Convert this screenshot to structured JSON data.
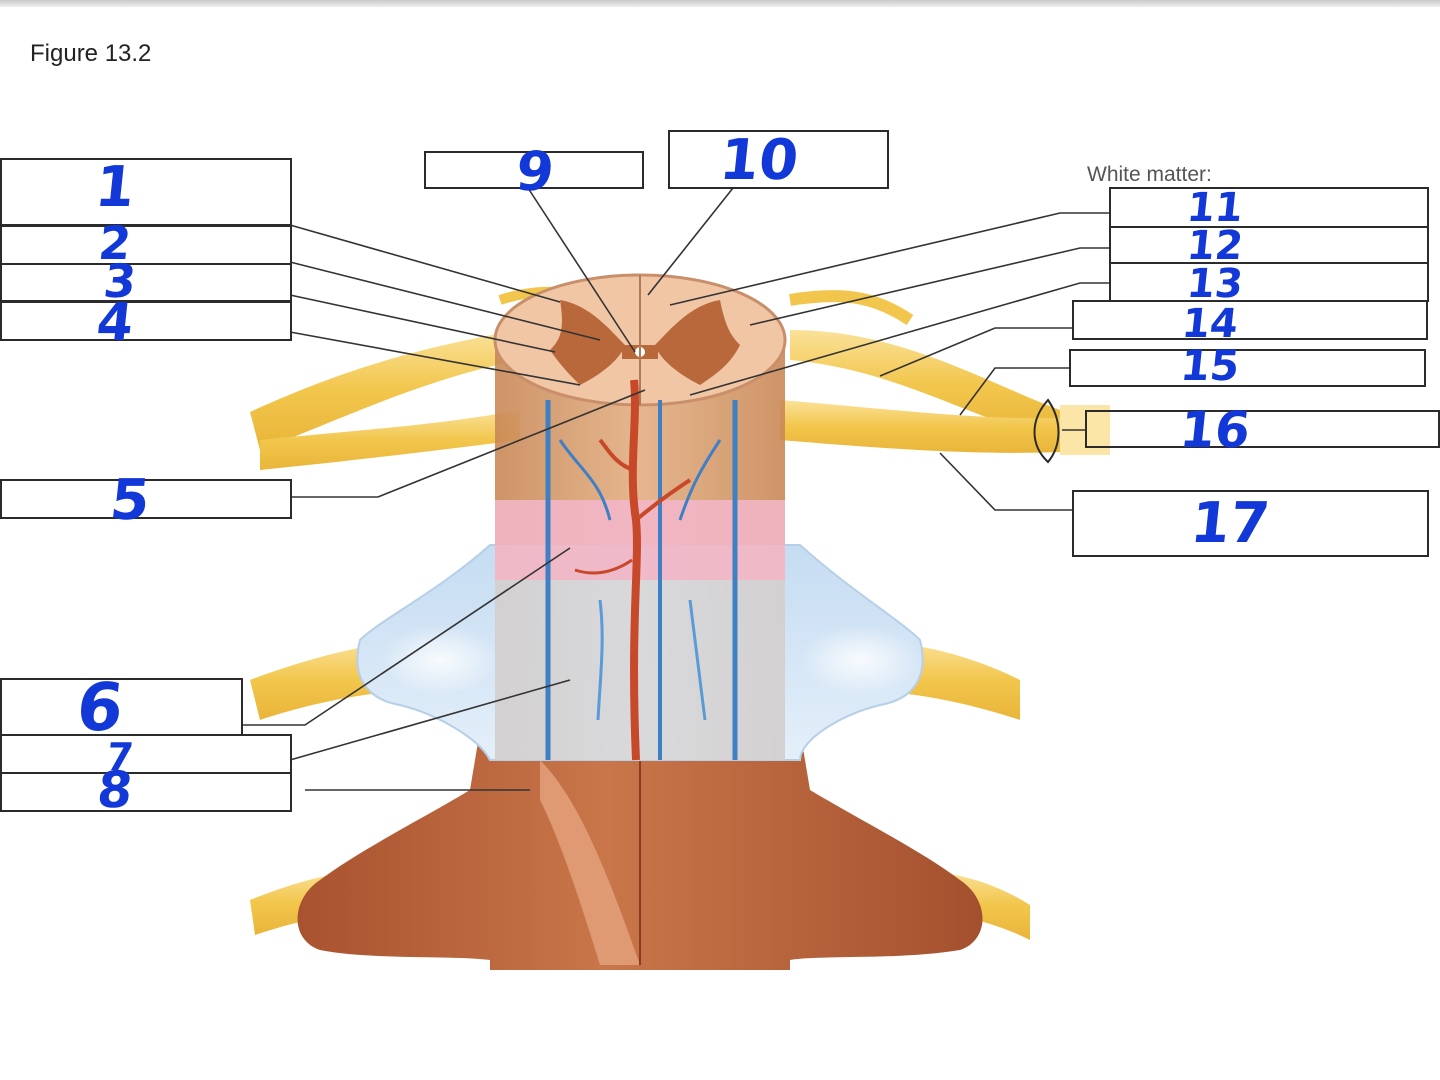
{
  "figure": {
    "title": "Figure 13.2",
    "white_matter_heading": "White matter:"
  },
  "labels": [
    {
      "id": "box-1",
      "answer": "1"
    },
    {
      "id": "box-2",
      "answer": "2"
    },
    {
      "id": "box-3",
      "answer": "3"
    },
    {
      "id": "box-4",
      "answer": "4"
    },
    {
      "id": "box-5",
      "answer": "5"
    },
    {
      "id": "box-6",
      "answer": "6"
    },
    {
      "id": "box-7",
      "answer": "7"
    },
    {
      "id": "box-8",
      "answer": "8"
    },
    {
      "id": "box-9",
      "answer": "9"
    },
    {
      "id": "box-10",
      "answer": "10"
    },
    {
      "id": "box-11",
      "answer": "11"
    },
    {
      "id": "box-12",
      "answer": "12"
    },
    {
      "id": "box-13",
      "answer": "13"
    },
    {
      "id": "box-14",
      "answer": "14"
    },
    {
      "id": "box-15",
      "answer": "15"
    },
    {
      "id": "box-16",
      "answer": "16"
    },
    {
      "id": "box-17",
      "answer": "17"
    }
  ],
  "colors": {
    "nerve": "#f2c64c",
    "nerve_light": "#fde7a3",
    "gray_matter": "#b8683a",
    "white_matter": "#f1c6a4",
    "cord_side": "#d99c6e",
    "pia_mater": "#f2b6c6",
    "arachnoid": "#cfe3f4",
    "dura_mater": "#b9613b",
    "vein": "#3f7fc4",
    "artery": "#c8482a",
    "handwriting": "#1238d8",
    "box_border": "#2b2b2b"
  }
}
